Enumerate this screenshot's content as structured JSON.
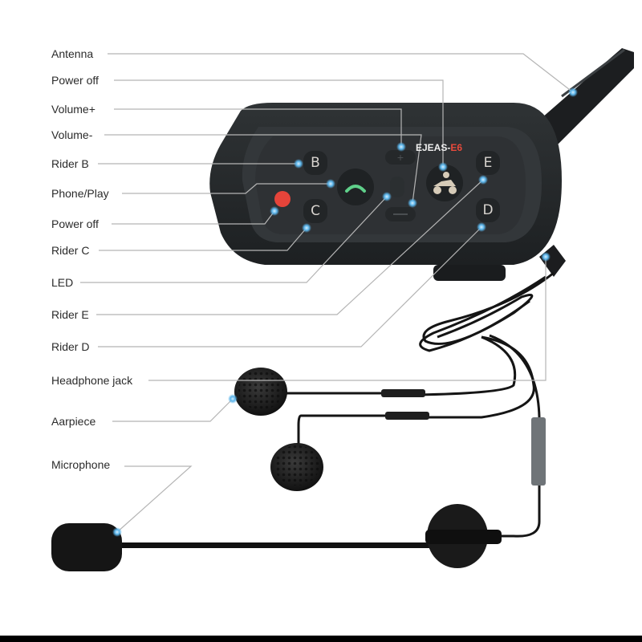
{
  "diagram": {
    "title_brand": {
      "prefix": "EJEAS-",
      "model": "E6"
    },
    "labels": [
      {
        "id": "antenna",
        "text": "Antenna"
      },
      {
        "id": "power-off-top",
        "text": "Power off"
      },
      {
        "id": "volume-up",
        "text": "Volume+"
      },
      {
        "id": "volume-down",
        "text": "Volume-"
      },
      {
        "id": "rider-b",
        "text": "Rider B"
      },
      {
        "id": "phone-play",
        "text": "Phone/Play"
      },
      {
        "id": "power-off",
        "text": "Power off"
      },
      {
        "id": "rider-c",
        "text": "Rider C"
      },
      {
        "id": "led",
        "text": "LED"
      },
      {
        "id": "rider-e",
        "text": "Rider E"
      },
      {
        "id": "rider-d",
        "text": "Rider D"
      },
      {
        "id": "headphone-jack",
        "text": "Headphone jack"
      },
      {
        "id": "earpiece",
        "text": "Aarpiece"
      },
      {
        "id": "microphone",
        "text": "Microphone"
      }
    ],
    "buttons": {
      "b": "B",
      "c": "C",
      "d": "D",
      "e": "E"
    },
    "colors": {
      "device": "#2c2f31",
      "device_inner": "#383c3e",
      "accent_dot": "#5ab4ea",
      "red_button": "#e5443a",
      "phone_icon": "#5fd08a",
      "brand_red": "#e84a3c",
      "leader": "#b5b5b5"
    }
  }
}
